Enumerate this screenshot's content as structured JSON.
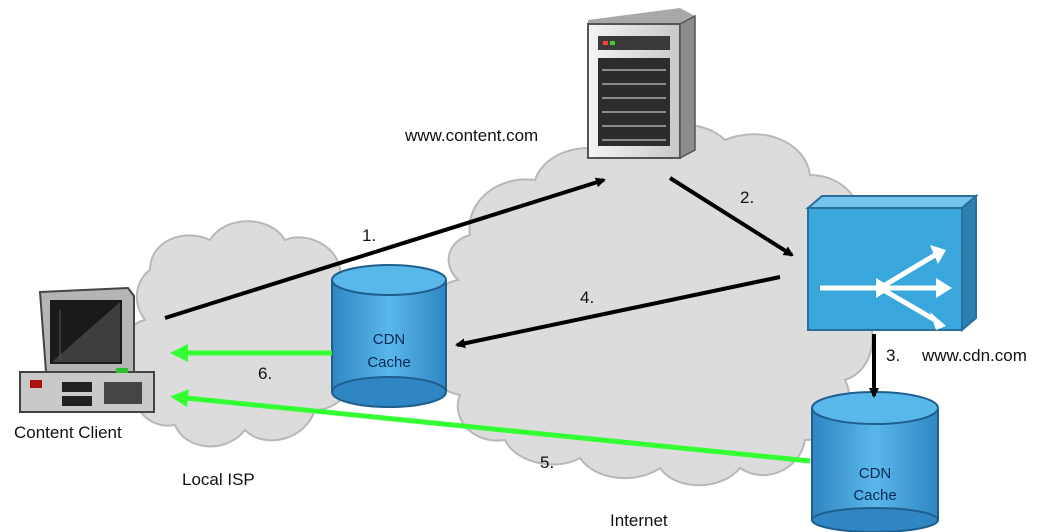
{
  "labels": {
    "content_server": "www.content.com",
    "cdn_router": "www.cdn.com",
    "client": "Content Client",
    "local_isp": "Local ISP",
    "internet": "Internet"
  },
  "caches": {
    "local": [
      "CDN",
      "Cache"
    ],
    "remote": [
      "CDN",
      "Cache"
    ]
  },
  "steps": [
    "1.",
    "2.",
    "3.",
    "4.",
    "5.",
    "6."
  ],
  "colors": {
    "request_arrow": "#000000",
    "delivery_arrow": "#33ff33",
    "cloud": "#d9d9d9",
    "cache_blue": "#3f9fd8",
    "router_blue": "#3aa7dc"
  }
}
